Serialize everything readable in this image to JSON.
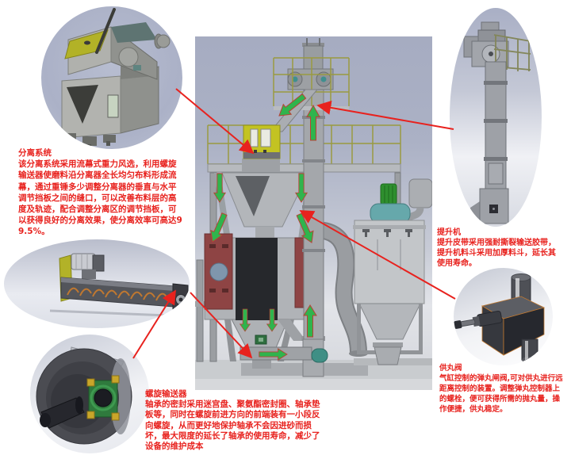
{
  "page": {
    "background": "#ffffff",
    "description_names": {
      "main_view": "shot-blast-machine-overview",
      "top_left_view": "separator-machine-render",
      "mid_left_view": "screw-conveyor-render",
      "bottom_left_view": "bearing-seal-detail-render",
      "top_right_view": "bucket-elevator-render",
      "bottom_right_view": "shot-feed-valve-render"
    }
  },
  "colors": {
    "annotation_red": "#e8221e",
    "flow_arrow_green": "#2fb44d",
    "separator_yellow": "#c3c322",
    "render_background_blue_gray": "#aab0c4",
    "machine_gray": "#a4a7ab",
    "blast_column_red": "#8e4444"
  },
  "callouts": {
    "separator": {
      "title": "分离系统",
      "body": "该分离系统采用流幕式重力风选，利用螺旋输送器使磨料沿分离器全长均匀布料形成流幕，通过重锤多少调整分离器的垂直与水平调节挡板之间的缝口，可以改善布料层的高度及轨迹，配合调整分离区的调节挡板，可以获得良好的分离效果，使分离效率可高达99.5%。"
    },
    "elevator": {
      "title": "提升机",
      "body": "提升皮带采用强耐撕裂输送胶带，提升机料斗采用加厚料斗，延长其使用寿命。"
    },
    "shot_valve": {
      "title": "供丸阀",
      "body": "气缸控制的弹丸闸阀,可对供丸进行远距离控制的装置。调整弹丸控制器上的螺栓，便可获得所需的抛丸量，操作便捷，供丸稳定。"
    },
    "screw_conveyor": {
      "title": "螺旋输送器",
      "body": "轴承的密封采用迷宫盘、聚氨酯密封圈、轴承垫板等，同时在螺旋前进方向的前端装有一小段反向螺旋，从而更好地保护轴承不会因进砂而损坏，最大限度的延长了轴承的使用寿命，减少了设备的维护成本"
    }
  }
}
